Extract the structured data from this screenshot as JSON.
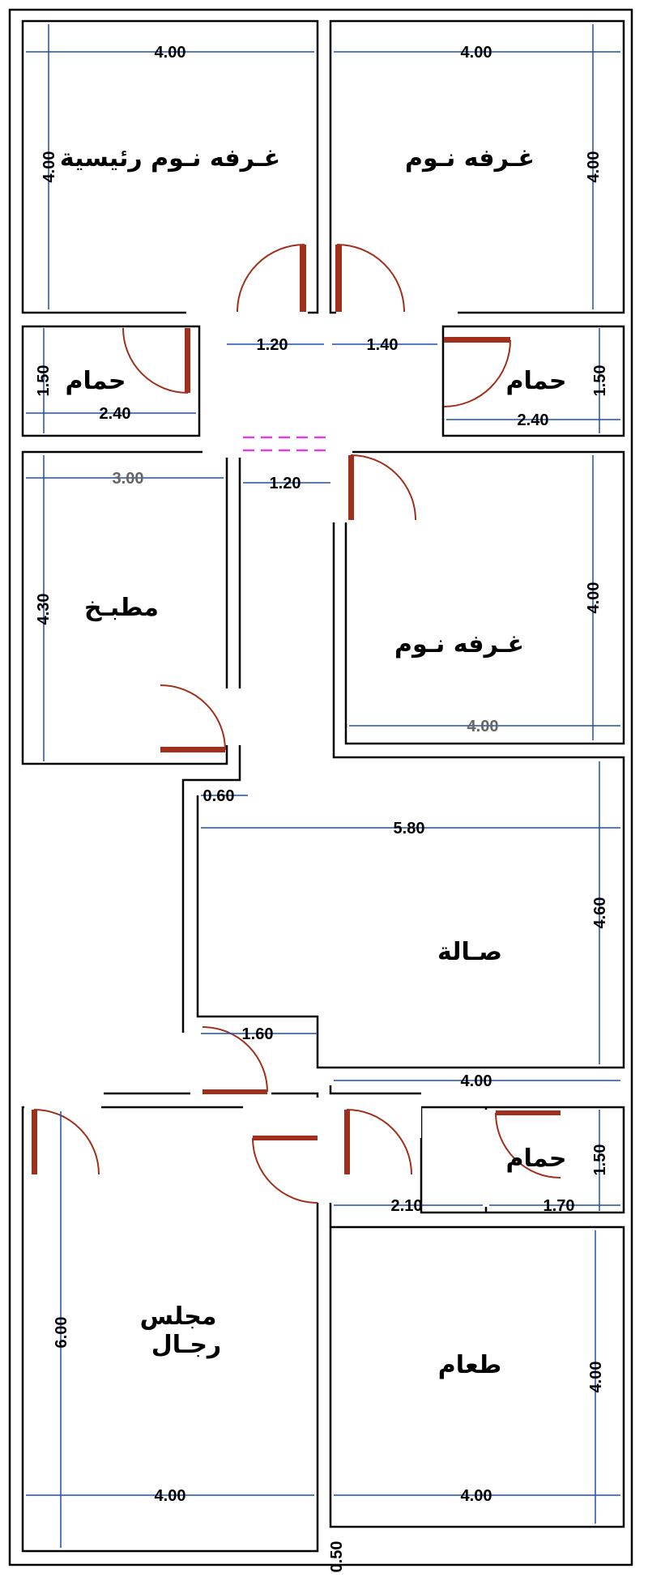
{
  "rooms": {
    "master_bedroom": "غـرفه نـوم رئيسية",
    "bedroom_1": "غـرفه نـوم",
    "bathroom_left": "حمام",
    "bathroom_right": "حمام",
    "kitchen": "مطبـخ",
    "bedroom_2": "غـرفه نـوم",
    "hall": "صـالة",
    "bathroom_lower": "حمام",
    "majlis_line1": "مجلس",
    "majlis_line2": "رجـال",
    "dining": "طعام"
  },
  "dimensions": {
    "master_width": "4.00",
    "master_height": "4.00",
    "bedroom1_width": "4.00",
    "bedroom1_height": "4.00",
    "corridor_left": "1.20",
    "corridor_right": "1.40",
    "bath_left_height": "1.50",
    "bath_left_width": "2.40",
    "bath_right_height": "1.50",
    "bath_right_width": "2.40",
    "kitchen_width": "3.00",
    "corridor_lower": "1.20",
    "kitchen_height": "4.30",
    "bedroom2_height": "4.00",
    "bedroom2_width": "4.00",
    "entry_width": "0.60",
    "hall_width": "5.80",
    "hall_height": "4.60",
    "lobby_width": "1.60",
    "hall_lower_width": "4.00",
    "bath_lower_height": "1.50",
    "bath_lower_width_a": "2.10",
    "bath_lower_width_b": "1.70",
    "majlis_height": "6.00",
    "majlis_width": "4.00",
    "dining_height": "4.00",
    "dining_width": "4.00",
    "bottom_strip": "0.50"
  },
  "colors": {
    "wall": "#000000",
    "dimension": "#1f4fb4",
    "door": "#a0301c",
    "opening": "#e040e0"
  }
}
